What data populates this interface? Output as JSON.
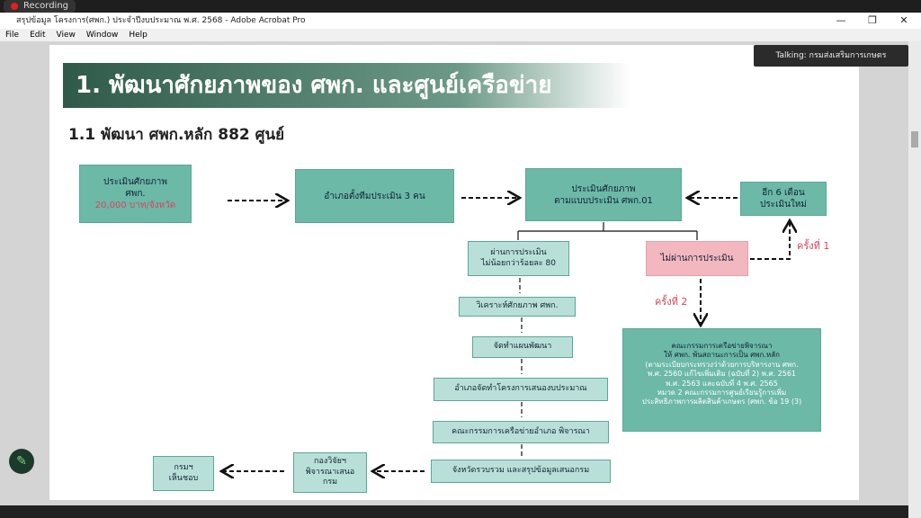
{
  "recording": "Recording",
  "window_title": "สรุปข้อมูล โครงการ(ศพก.) ประจำปีงบประมาณ พ.ศ. 2568 - Adobe Acrobat Pro",
  "menu": [
    "File",
    "Edit",
    "View",
    "Window",
    "Help"
  ],
  "talking": "Talking: กรมส่งเสริมการเกษตร",
  "slide": {
    "title": "1. พัฒนาศักยภาพของ ศพก. และศูนย์เครือข่าย",
    "subtitle": "1.1 พัฒนา ศพก.หลัก 882 ศูนย์",
    "box1": {
      "line1": "ประเมินศักยภาพ",
      "line2": "ศพก.",
      "line3": "20,000 บาท/จังหวัด"
    },
    "box2": "อำเภอตั้งทีมประเมิน 3 คน",
    "box3": {
      "line1": "ประเมินศักยภาพ",
      "line2": "ตามแบบประเมิน ศพก.01"
    },
    "box4": {
      "line1": "อีก 6 เดือน",
      "line2": "ประเมินใหม่"
    },
    "pass": {
      "line1": "ผ่านการประเมิน",
      "line2": "ไม่น้อยกว่าร้อยละ 80"
    },
    "fail": "ไม่ผ่านการประเมิน",
    "time1": "ครั้งที่ 1",
    "time2": "ครั้งที่ 2",
    "chain": [
      "วิเคราะห์ศักยภาพ ศพก.",
      "จัดทำแผนพัฒนา",
      "อำเภอจัดทำโครงการเสนองบประมาณ",
      "คณะกรรมการเครือข่ายอำเภอ พิจารณา",
      "จังหวัดรวบรวม และสรุปข้อมูลเสนอกรม"
    ],
    "committee": [
      "คณะกรรมการเครือข่ายพิจารณา",
      "ให้ ศพก. พ้นสถานะการเป็น ศพก.หลัก",
      "(ตามระเบียบกระทรวงว่าด้วยการบริหารงาน ศพก.",
      "พ.ศ. 2560 แก้ไขเพิ่มเติม (ฉบับที่ 2) พ.ศ. 2561",
      "พ.ศ. 2563 และฉบับที่ 4 พ.ศ. 2565",
      "หมวด 2 คณะกรรมการศูนย์เรียนรู้การเพิ่ม",
      "ประสิทธิภาพการผลิตสินค้าเกษตร (ศพก. ข้อ 19 (3)"
    ],
    "division": {
      "line1": "กองวิจัยฯ",
      "line2": "พิจารณาเสนอ",
      "line3": "กรม"
    },
    "dept": {
      "line1": "กรมฯ",
      "line2": "เห็นชอบ"
    }
  }
}
